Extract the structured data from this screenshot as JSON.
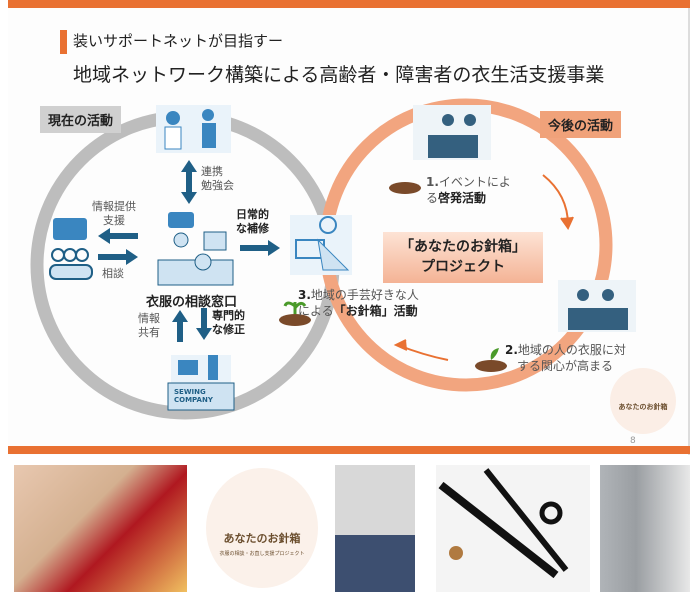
{
  "slide": {
    "subtitle": "装いサポートネットが目指すー",
    "title": "地域ネットワーク構築による高齢者・障害者の衣生活支援事業",
    "page_number": "8",
    "current": {
      "tag": "現在の活動",
      "center_label": "衣服の相談窓口",
      "coop_line1": "連携",
      "coop_line2": "勉強会",
      "info_line1": "情報提供",
      "info_line2": "支援",
      "consult": "相談",
      "share_line1": "情報",
      "share_line2": "共有",
      "daily_line1": "日常的",
      "daily_line2": "な補修",
      "pro_line1": "専門的",
      "pro_line2": "な修正",
      "sewing_company": "SEWING COMPANY"
    },
    "future": {
      "tag": "今後の活動",
      "project_line1": "「あなたのお針箱」",
      "project_line2": "プロジェクト",
      "step1_num": "1.",
      "step1_line1": "イベントによ",
      "step1_line2a": "る",
      "step1_line2b": "啓発活動",
      "step2_num": "2.",
      "step2_line1": "地域の人の衣服に対",
      "step2_line2": "する関心が高まる",
      "step3_num": "3.",
      "step3_line1": "地域の手芸好きな人",
      "step3_line2a": "による",
      "step3_line2b": "「お針箱」活動"
    },
    "logo": {
      "name": "あなたのお針箱",
      "tagline": "衣服の相談・お直し支援プロジェクト"
    }
  },
  "colors": {
    "accent": "#e97132",
    "grey_ring": "#bdbdbd",
    "orange_ring": "#f2a57f",
    "icon_blue": "#1f5f86"
  }
}
